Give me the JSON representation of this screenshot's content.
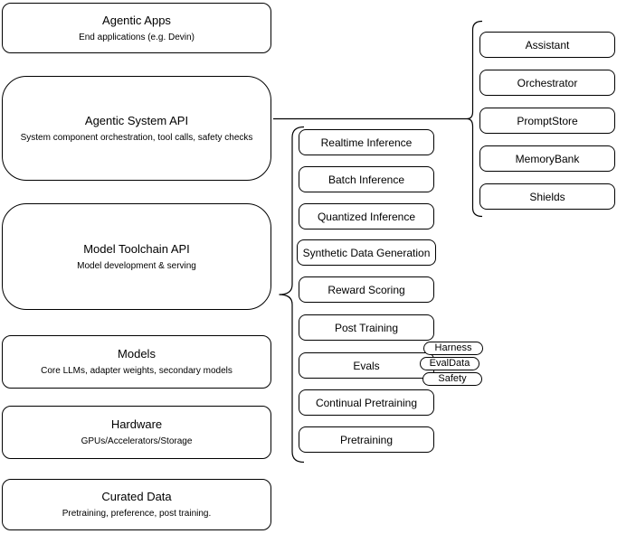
{
  "diagram": {
    "title": "Agentic system architecture diagram",
    "left_stack": [
      {
        "title": "Agentic Apps",
        "subtitle": "End applications (e.g. Devin)"
      },
      {
        "title": "Agentic System API",
        "subtitle": "System component orchestration, tool calls, safety checks"
      },
      {
        "title": "Model Toolchain API",
        "subtitle": "Model development & serving"
      },
      {
        "title": "Models",
        "subtitle": "Core LLMs, adapter weights, secondary models"
      },
      {
        "title": "Hardware",
        "subtitle": "GPUs/Accelerators/Storage"
      },
      {
        "title": "Curated Data",
        "subtitle": "Pretraining, preference, post training."
      }
    ],
    "toolchain_stack": [
      "Realtime Inference",
      "Batch Inference",
      "Quantized Inference",
      "Synthetic Data Generation",
      "Reward Scoring",
      "Post Training",
      "Evals",
      "Continual Pretraining",
      "Pretraining"
    ],
    "eval_tags": [
      "Harness",
      "EvalData",
      "Safety"
    ],
    "system_stack": [
      "Assistant",
      "Orchestrator",
      "PromptStore",
      "MemoryBank",
      "Shields"
    ],
    "colors": {
      "stroke": "#000000",
      "fill": "#ffffff",
      "background": "#ffffff"
    }
  }
}
